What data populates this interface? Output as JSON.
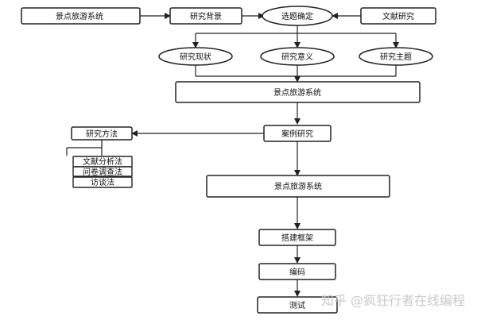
{
  "nodes": {
    "system_top_left": "景点旅游系统",
    "research_background": "研究背景",
    "topic_selection": "选题确定",
    "literature_research": "文献研究",
    "research_status": "研究现状",
    "research_significance": "研究意义",
    "research_subject": "研究主题",
    "system_mid": "景点旅游系统",
    "research_methods": "研究方法",
    "case_study": "案例研究",
    "method_literature_analysis": "文献分析法",
    "method_questionnaire": "问卷调查法",
    "method_interview": "访谈法",
    "system_lower": "景点旅游系统",
    "build_framework": "搭建框架",
    "coding": "编码",
    "testing": "测试"
  },
  "watermark": "知乎 @疯狂行者在线编程"
}
